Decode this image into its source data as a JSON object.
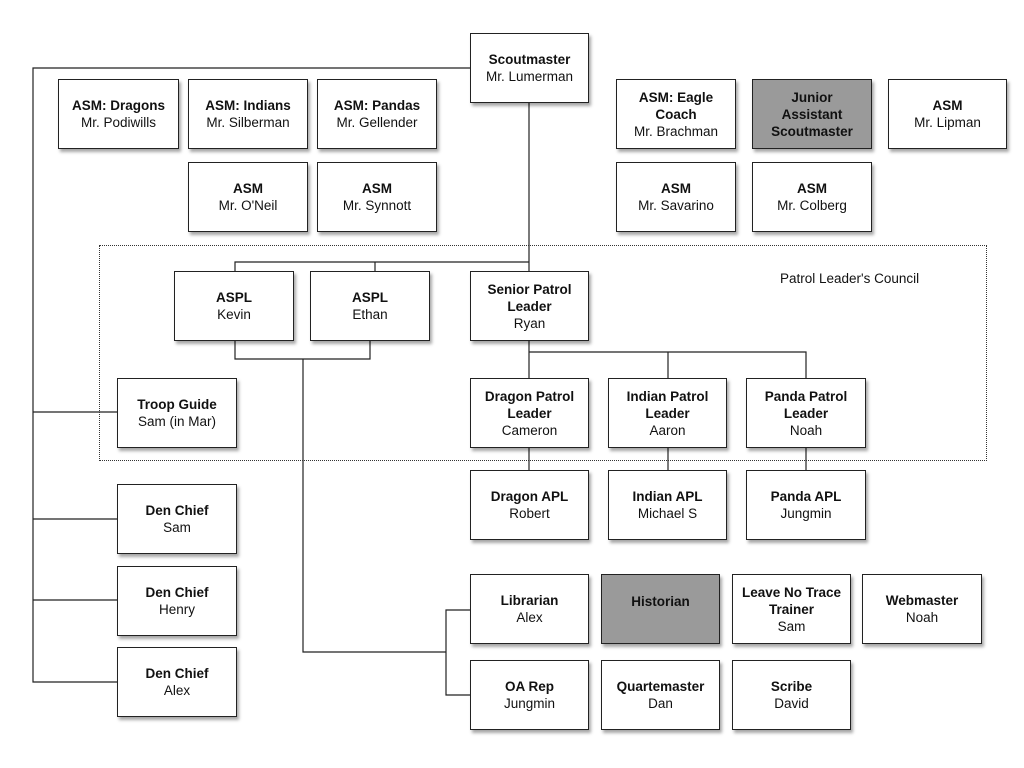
{
  "council_label": "Patrol Leader's Council",
  "boxes": [
    {
      "id": "scoutmaster",
      "title": "Scoutmaster",
      "name": "Mr. Lumerman"
    },
    {
      "id": "asm-dragons",
      "title": "ASM: Dragons",
      "name": "Mr. Podiwills"
    },
    {
      "id": "asm-indians",
      "title": "ASM: Indians",
      "name": "Mr. Silberman"
    },
    {
      "id": "asm-pandas",
      "title": "ASM: Pandas",
      "name": "Mr. Gellender"
    },
    {
      "id": "asm-oneil",
      "title": "ASM",
      "name": "Mr. O'Neil"
    },
    {
      "id": "asm-synnott",
      "title": "ASM",
      "name": "Mr. Synnott"
    },
    {
      "id": "asm-eagle-coach",
      "title": "ASM: Eagle\nCoach",
      "name": "Mr. Brachman"
    },
    {
      "id": "junior-asm",
      "title": "Junior\nAssistant\nScoutmaster",
      "name": "",
      "highlight": true
    },
    {
      "id": "asm-lipman",
      "title": "ASM",
      "name": "Mr. Lipman"
    },
    {
      "id": "asm-savarino",
      "title": "ASM",
      "name": "Mr. Savarino"
    },
    {
      "id": "asm-colberg",
      "title": "ASM",
      "name": "Mr. Colberg"
    },
    {
      "id": "aspl-kevin",
      "title": "ASPL",
      "name": "Kevin"
    },
    {
      "id": "aspl-ethan",
      "title": "ASPL",
      "name": "Ethan"
    },
    {
      "id": "spl",
      "title": "Senior Patrol\nLeader",
      "name": "Ryan"
    },
    {
      "id": "troop-guide",
      "title": "Troop Guide",
      "name": "Sam (in Mar)"
    },
    {
      "id": "dragon-pl",
      "title": "Dragon Patrol\nLeader",
      "name": "Cameron"
    },
    {
      "id": "indian-pl",
      "title": "Indian Patrol\nLeader",
      "name": "Aaron"
    },
    {
      "id": "panda-pl",
      "title": "Panda Patrol\nLeader",
      "name": "Noah"
    },
    {
      "id": "den-chief-sam",
      "title": "Den Chief",
      "name": "Sam"
    },
    {
      "id": "dragon-apl",
      "title": "Dragon APL",
      "name": "Robert"
    },
    {
      "id": "indian-apl",
      "title": "Indian APL",
      "name": "Michael S"
    },
    {
      "id": "panda-apl",
      "title": "Panda APL",
      "name": "Jungmin"
    },
    {
      "id": "den-chief-henry",
      "title": "Den Chief",
      "name": "Henry"
    },
    {
      "id": "librarian",
      "title": "Librarian",
      "name": "Alex"
    },
    {
      "id": "historian",
      "title": "Historian",
      "name": "",
      "highlight": true
    },
    {
      "id": "lnt-trainer",
      "title": "Leave No Trace\nTrainer",
      "name": "Sam"
    },
    {
      "id": "webmaster",
      "title": "Webmaster",
      "name": "Noah"
    },
    {
      "id": "den-chief-alex",
      "title": "Den Chief",
      "name": "Alex"
    },
    {
      "id": "oa-rep",
      "title": "OA Rep",
      "name": "Jungmin"
    },
    {
      "id": "quartermaster",
      "title": "Quartemaster",
      "name": "Dan"
    },
    {
      "id": "scribe",
      "title": "Scribe",
      "name": "David"
    }
  ]
}
